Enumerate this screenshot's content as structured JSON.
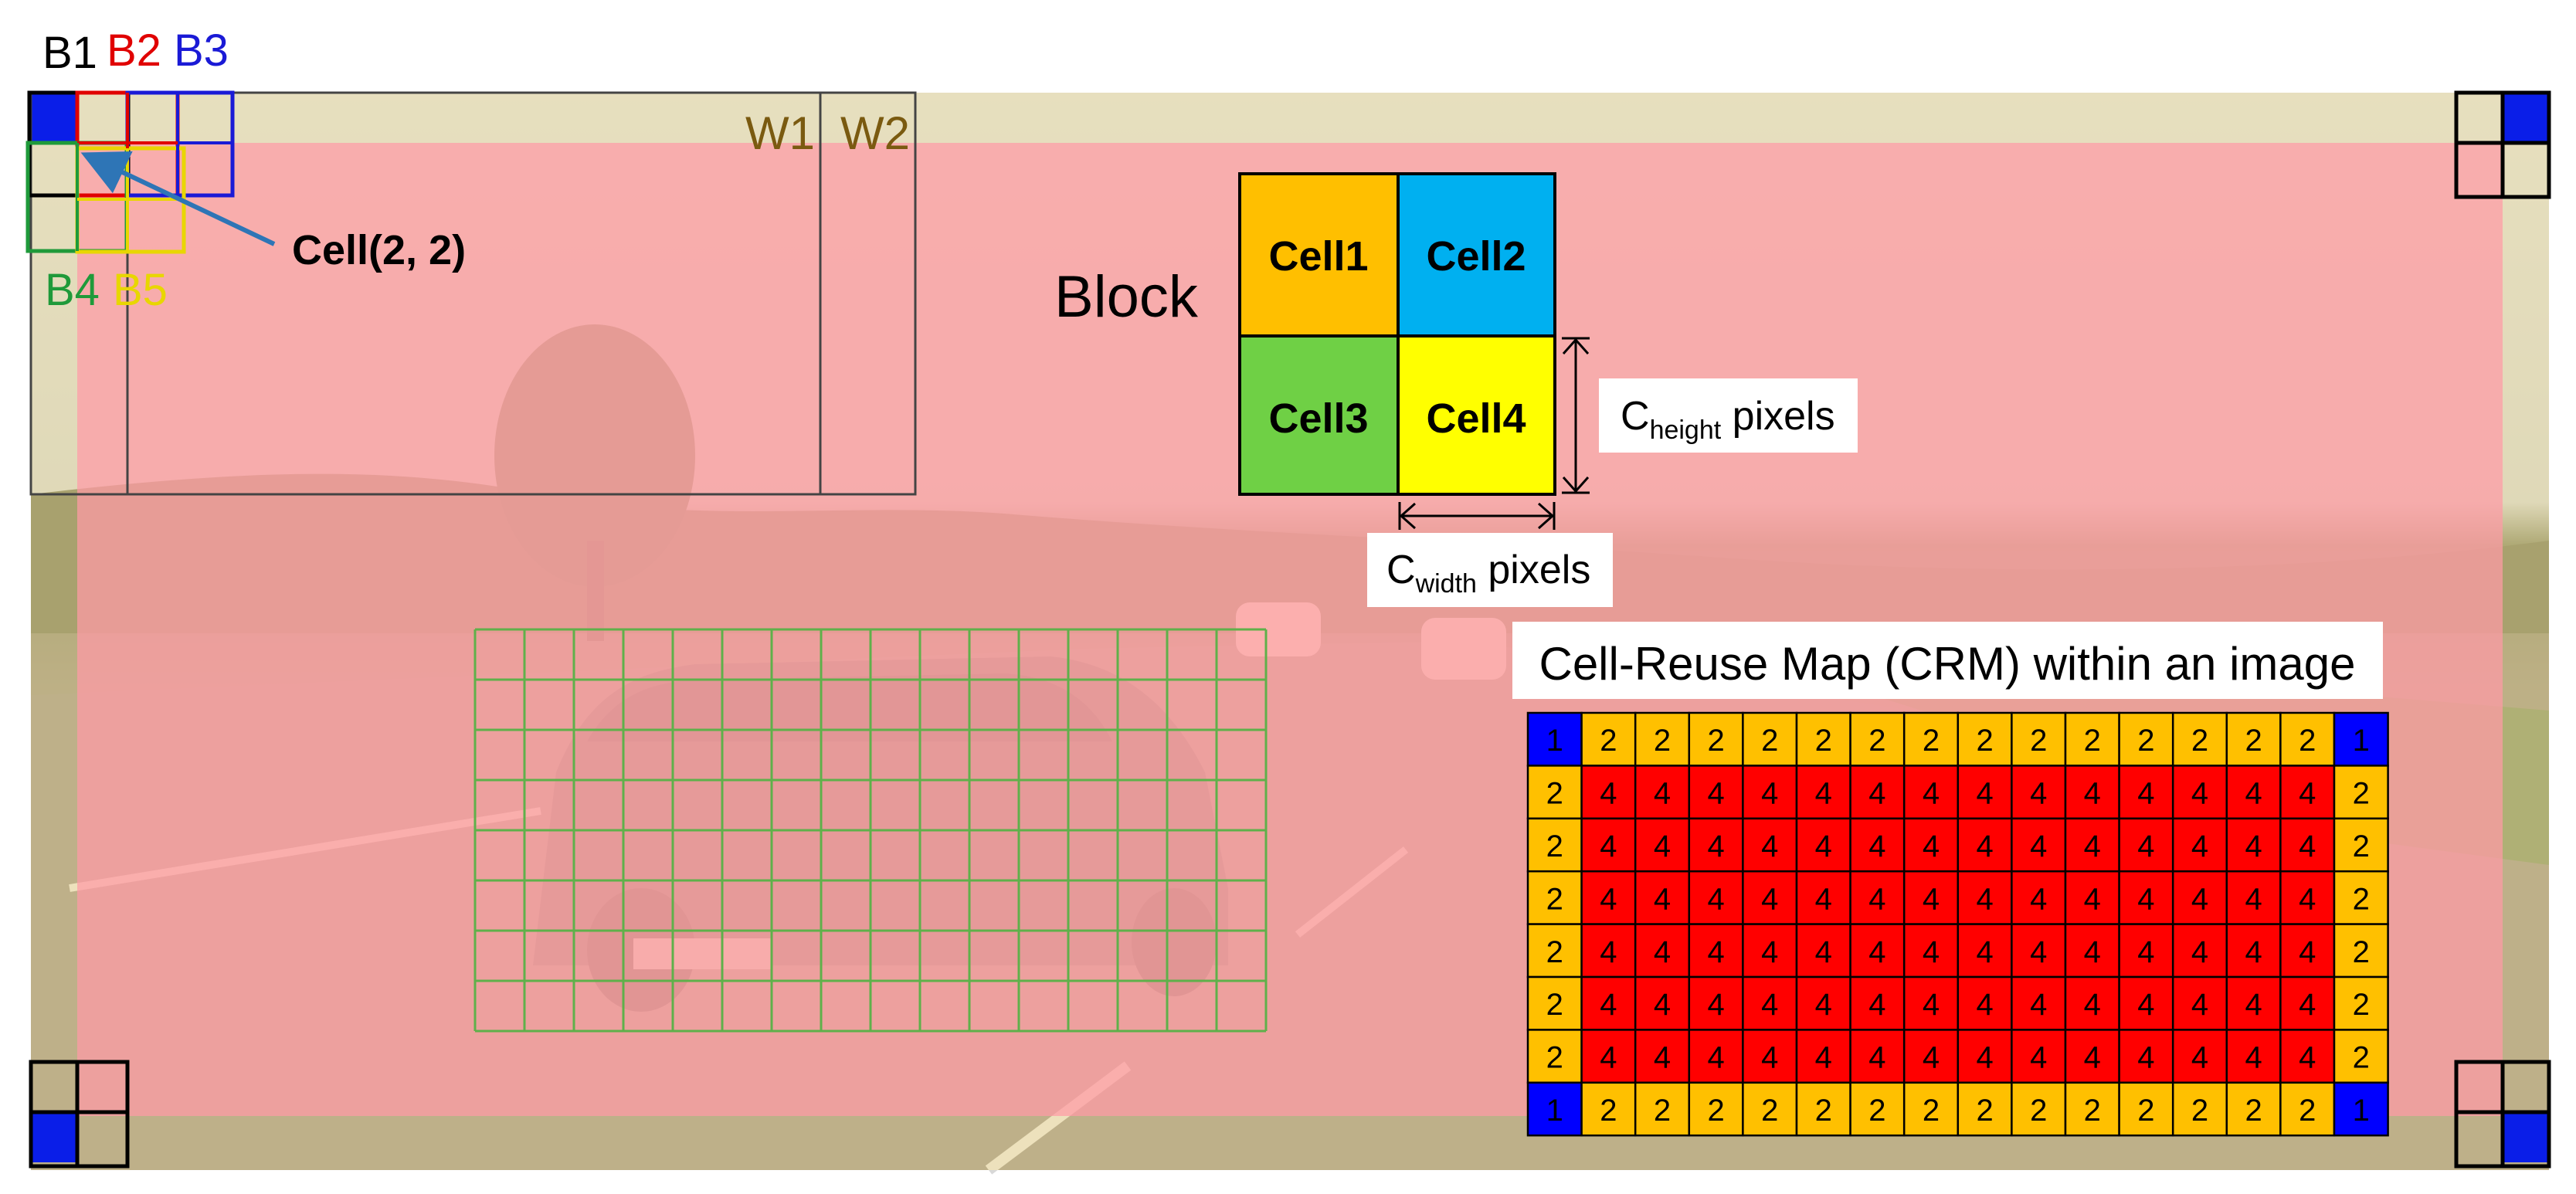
{
  "labels": {
    "b1": "B1",
    "b2": "B2",
    "b3": "B3",
    "b4": "B4",
    "b5": "B5",
    "w1": "W1",
    "w2": "W2",
    "cell_22": "Cell(2, 2)",
    "block": "Block",
    "cell1": "Cell1",
    "cell2": "Cell2",
    "cell3": "Cell3",
    "cell4": "Cell4",
    "c_height_main": "C",
    "c_height_sub": "height",
    "c_height_tail": " pixels",
    "c_width_main": "C",
    "c_width_sub": "width",
    "c_width_tail": " pixels",
    "crm_title": "Cell-Reuse Map (CRM) within an image"
  },
  "colors": {
    "overlay_red": "#ff9aa6",
    "border_yellow": "#ffe9a6",
    "corner_blue": "#0a1ee8",
    "cell1": "#ffbf00",
    "cell2": "#00b0f0",
    "cell3": "#6fd045",
    "cell4": "#ffff00",
    "crm_corner": "#0000ff",
    "crm_edge": "#ffc000",
    "crm_inner": "#ff0000",
    "b1": "#000000",
    "b2": "#e00000",
    "b3": "#1a1ad6",
    "b4": "#1f9a3a",
    "b5": "#e8d600",
    "grid_green": "#5fb04a",
    "arrow": "#2e75b6"
  },
  "crm": {
    "rows": [
      [
        "1",
        "2",
        "2",
        "2",
        "2",
        "2",
        "2",
        "2",
        "2",
        "2",
        "2",
        "2",
        "2",
        "2",
        "2",
        "1"
      ],
      [
        "2",
        "4",
        "4",
        "4",
        "4",
        "4",
        "4",
        "4",
        "4",
        "4",
        "4",
        "4",
        "4",
        "4",
        "4",
        "2"
      ],
      [
        "2",
        "4",
        "4",
        "4",
        "4",
        "4",
        "4",
        "4",
        "4",
        "4",
        "4",
        "4",
        "4",
        "4",
        "4",
        "2"
      ],
      [
        "2",
        "4",
        "4",
        "4",
        "4",
        "4",
        "4",
        "4",
        "4",
        "4",
        "4",
        "4",
        "4",
        "4",
        "4",
        "2"
      ],
      [
        "2",
        "4",
        "4",
        "4",
        "4",
        "4",
        "4",
        "4",
        "4",
        "4",
        "4",
        "4",
        "4",
        "4",
        "4",
        "2"
      ],
      [
        "2",
        "4",
        "4",
        "4",
        "4",
        "4",
        "4",
        "4",
        "4",
        "4",
        "4",
        "4",
        "4",
        "4",
        "4",
        "2"
      ],
      [
        "2",
        "4",
        "4",
        "4",
        "4",
        "4",
        "4",
        "4",
        "4",
        "4",
        "4",
        "4",
        "4",
        "4",
        "4",
        "2"
      ],
      [
        "1",
        "2",
        "2",
        "2",
        "2",
        "2",
        "2",
        "2",
        "2",
        "2",
        "2",
        "2",
        "2",
        "2",
        "2",
        "1"
      ]
    ]
  }
}
